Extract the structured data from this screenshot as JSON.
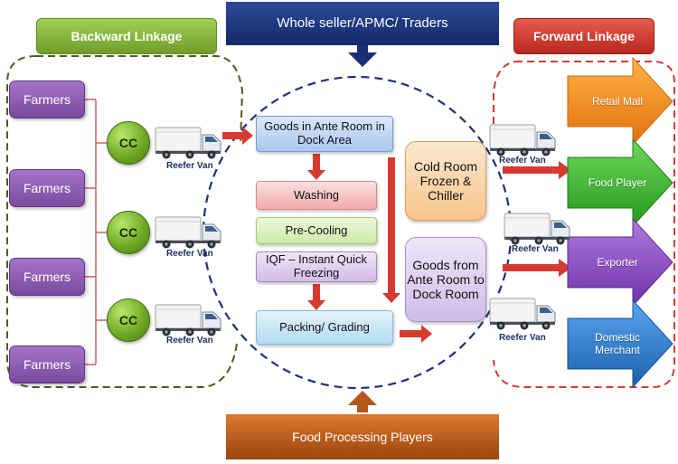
{
  "header": {
    "center_title": "Whole seller/APMC/ Traders",
    "backward_title": "Backward Linkage",
    "forward_title": "Forward Linkage",
    "bottom_title": "Food Processing Players"
  },
  "backward": {
    "farmers": [
      "Farmers",
      "Farmers",
      "Farmers",
      "Farmers"
    ],
    "collection_centres": [
      "CC",
      "CC",
      "CC"
    ],
    "reefer_labels": [
      "Reefer Van",
      "Reefer Van",
      "Reefer Van"
    ]
  },
  "processing": {
    "steps": [
      "Goods in Ante Room in Dock Area",
      "Washing",
      "Pre-Cooling",
      "IQF – Instant Quick Freezing",
      "Packing/ Grading"
    ],
    "cold_room": "Cold Room Frozen & Chiller",
    "dock_room": "Goods from Ante Room to Dock Room"
  },
  "forward": {
    "reefer_labels": [
      "Reefer Van",
      "Reefer Van",
      "Reefer Van"
    ],
    "destinations": [
      "Retail Mall",
      "Food Player",
      "Exporter",
      "Domestic Merchant"
    ]
  },
  "colors": {
    "backward_green": "#7fb33a",
    "forward_red": "#d63a30",
    "header_navy": "#1a2f73",
    "bottom_brown": "#b3571a",
    "farmer_purple": "#8a58b0",
    "retail_orange": "#f08a1a",
    "food_green": "#3aa832",
    "exporter_purple": "#8a4cc0",
    "domestic_blue": "#2a78c8"
  },
  "icons": [
    "truck-icon",
    "down-arrow-icon",
    "right-arrow-icon",
    "up-arrow-icon"
  ]
}
